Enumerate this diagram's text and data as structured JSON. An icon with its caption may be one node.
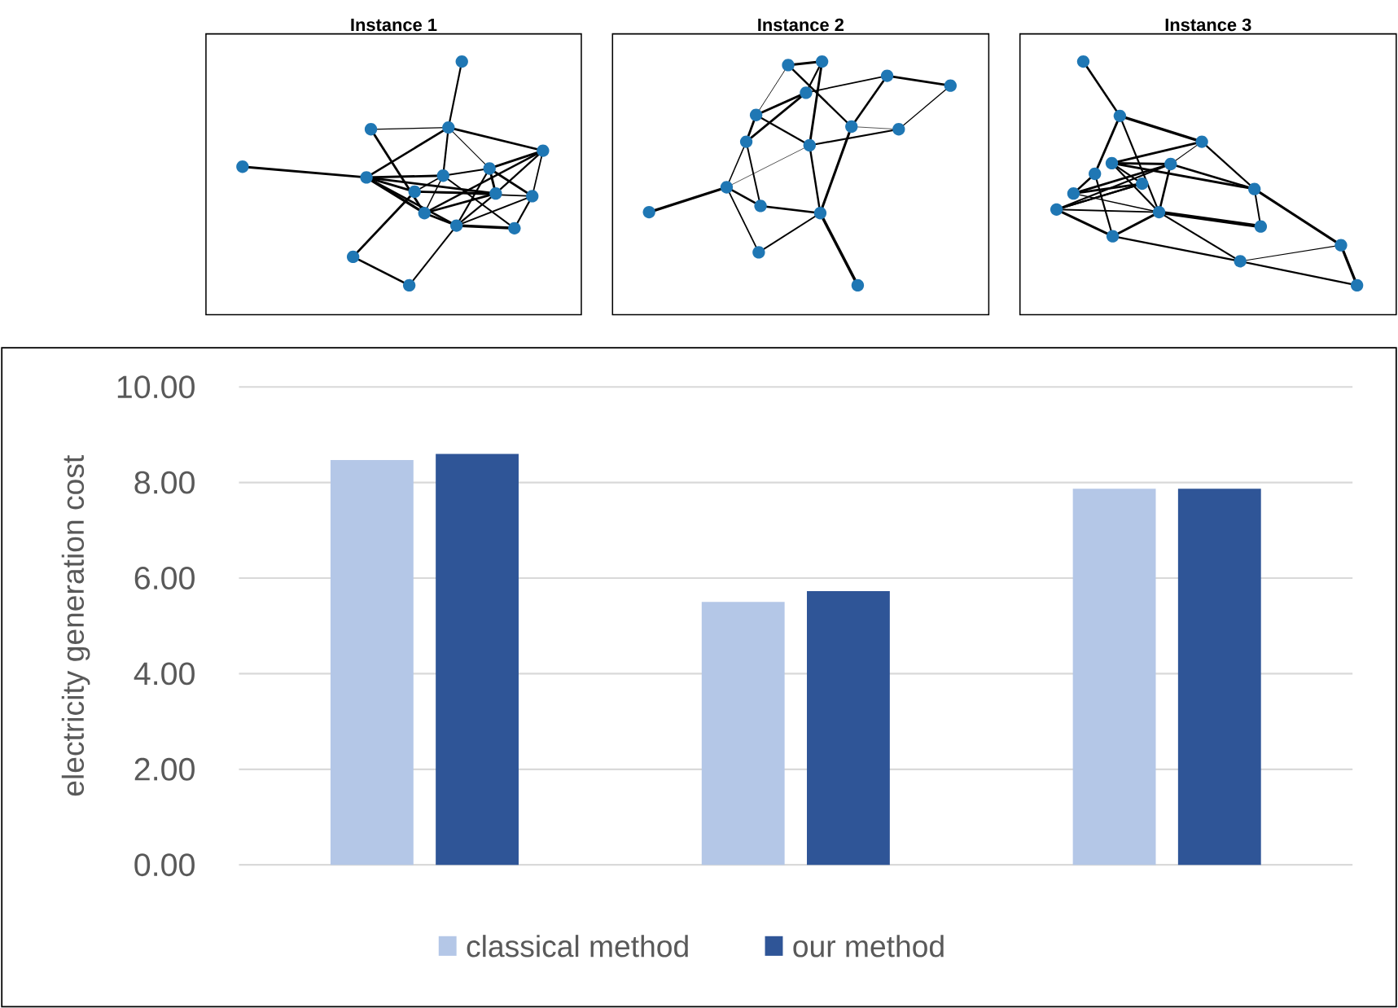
{
  "diagram": {
    "nodes": [
      {
        "text": [
          "Instance 1"
        ]
      },
      {
        "text": [
          "Instance 2"
        ]
      },
      {
        "text": [
          "Instance 3"
        ]
      }
    ],
    "chart_data": {
      "type": "bar",
      "ylabel": "electricity generation cost",
      "series": [
        {
          "name": "classical method",
          "color": "#b4c7e7",
          "values": [
            8.47,
            5.5,
            7.87
          ]
        },
        {
          "name": "our method",
          "color": "#2f5597",
          "values": [
            8.6,
            5.73,
            7.87
          ]
        }
      ],
      "ylim": [
        0,
        10
      ],
      "grid": true,
      "legend": "bottom",
      "yticks": [
        {
          "value": 0,
          "label": "0.00"
        },
        {
          "value": 2,
          "label": "2.00"
        },
        {
          "value": 4,
          "label": "4.00"
        },
        {
          "value": 6,
          "label": "6.00"
        },
        {
          "value": 8,
          "label": "8.00"
        },
        {
          "value": 10,
          "label": "10.00"
        }
      ]
    }
  }
}
